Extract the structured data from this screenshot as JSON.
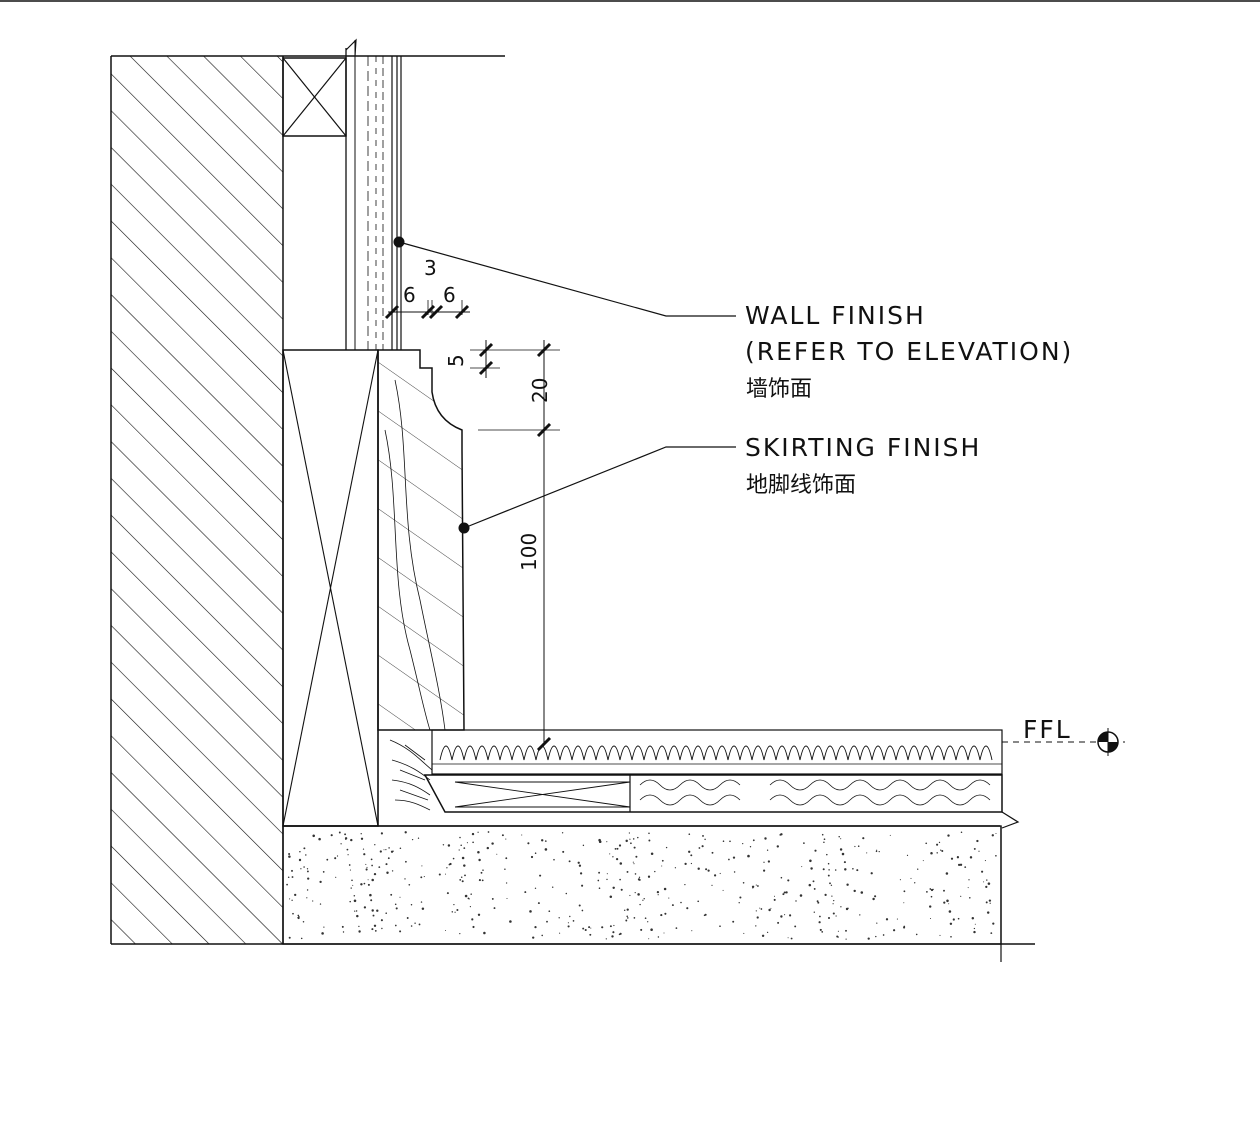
{
  "labels": {
    "wall_finish": {
      "line1": "WALL FINISH",
      "line2": "(REFER TO ELEVATION)",
      "line3": "墙饰面"
    },
    "skirting_finish": {
      "line1": "SKIRTING FINISH",
      "line2": "地脚线饰面"
    },
    "ffl": "FFL"
  },
  "dimensions": {
    "d3": "3",
    "d6a": "6",
    "d6b": "6",
    "d5": "5",
    "d20": "20",
    "d100": "100"
  },
  "colors": {
    "ink": "#111111",
    "background": "#ffffff"
  },
  "icons": {
    "level_marker": "ffl-level-marker-icon"
  }
}
